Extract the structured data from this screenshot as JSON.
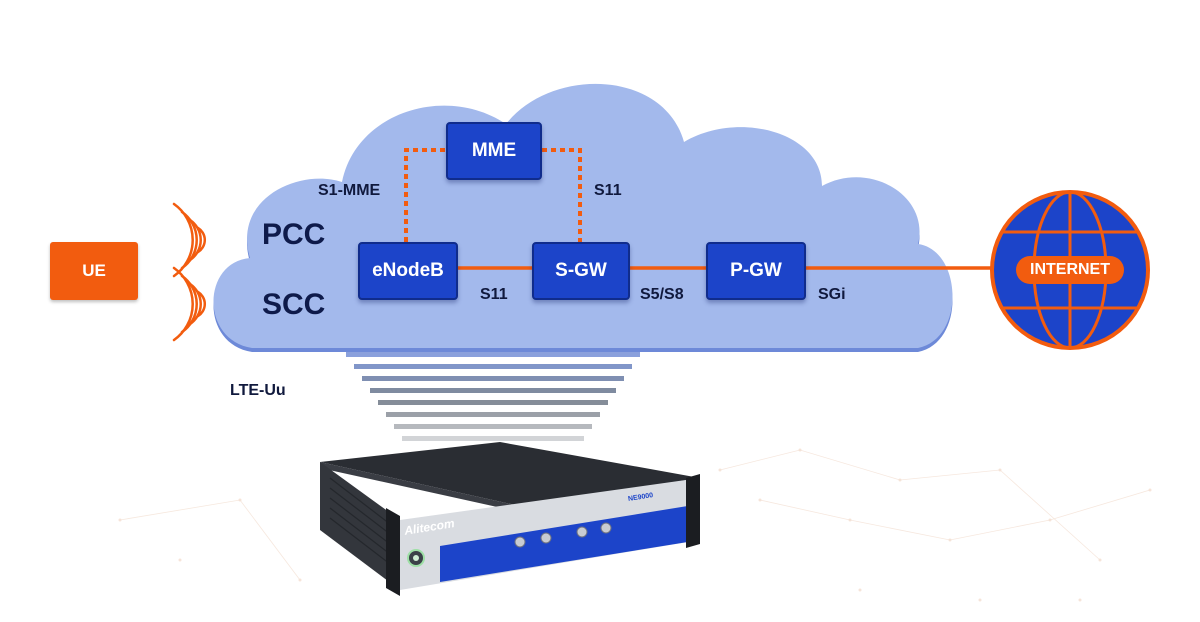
{
  "diagram": {
    "ue": "UE",
    "nodes": {
      "mme": "MME",
      "enodeb": "eNodeB",
      "sgw": "S-GW",
      "pgw": "P-GW"
    },
    "interfaces": {
      "s1_mme": "S1-MME",
      "s11_top": "S11",
      "s11_bottom": "S11",
      "s5_s8": "S5/S8",
      "sgi": "SGi",
      "lte_uu": "LTE-Uu"
    },
    "carriers": {
      "pcc": "PCC",
      "scc": "SCC"
    },
    "internet": "INTERNET",
    "device": {
      "brand": "Alitecom",
      "model": "NE9000"
    },
    "colors": {
      "node_blue": "#1c44c9",
      "accent_orange": "#f25c0f",
      "cloud": "#a3b9ec",
      "text_dark": "#10193d"
    },
    "icons": [
      "radio-waves-icon",
      "globe-icon",
      "power-button-icon"
    ]
  }
}
